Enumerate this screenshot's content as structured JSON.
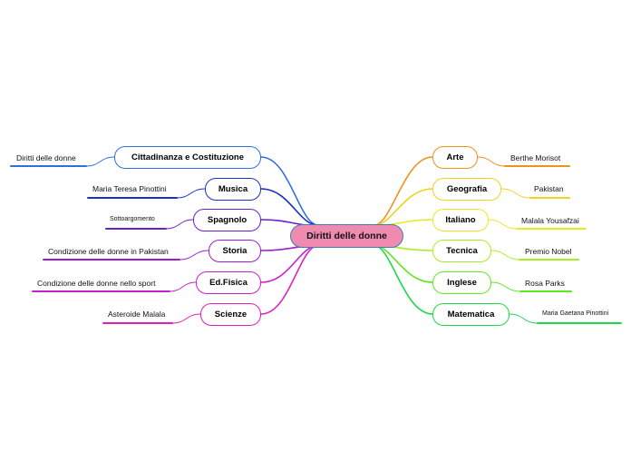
{
  "root": {
    "label": "Diritti delle donne",
    "color": "#f08bb0"
  },
  "left": [
    {
      "label": "Cittadinanza e Costituzione",
      "color": "#2f6fe0",
      "leaf": "Diritti delle donne"
    },
    {
      "label": "Musica",
      "color": "#1b2fc9",
      "leaf": "Maria Teresa Pinottini"
    },
    {
      "label": "Spagnolo",
      "color": "#6a1fd0",
      "leaf": "Sottoargomento"
    },
    {
      "label": "Storia",
      "color": "#9b1fd0",
      "leaf": "Condizione delle donne in Pakistan"
    },
    {
      "label": "Ed.Fisica",
      "color": "#c81fcc",
      "leaf": "Condizione delle donne nello sport"
    },
    {
      "label": "Scienze",
      "color": "#e01fb8",
      "leaf": "Asteroide Malala"
    }
  ],
  "right": [
    {
      "label": "Arte",
      "color": "#f0901f",
      "leaf": "Berthe Morisot"
    },
    {
      "label": "Geografia",
      "color": "#f0d21f",
      "leaf": "Pakistan"
    },
    {
      "label": "Italiano",
      "color": "#e6ea1f",
      "leaf": "Malala Yousafzai"
    },
    {
      "label": "Tecnica",
      "color": "#a8ee1f",
      "leaf": "Premio Nobel"
    },
    {
      "label": "Inglese",
      "color": "#5fe81f",
      "leaf": "Rosa Parks"
    },
    {
      "label": "Matematica",
      "color": "#1fd84a",
      "leaf": "Maria Gaetana Pinottini"
    }
  ]
}
